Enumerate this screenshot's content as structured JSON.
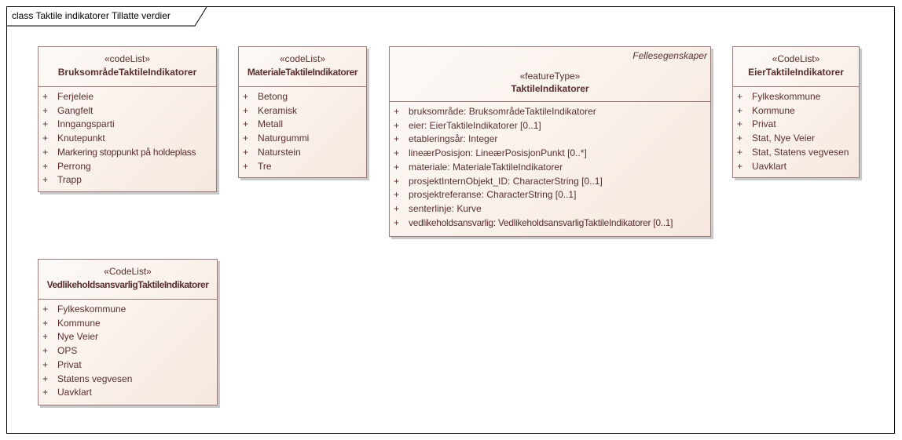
{
  "diagram": {
    "title": "class Taktile indikatorer Tillatte verdier"
  },
  "classes": [
    {
      "id": "bruksomrade",
      "stereotype": "«codeList»",
      "name": "BruksområdeTaktileIndikatorer",
      "tag": "",
      "attributes": [
        {
          "vis": "+",
          "text": "Ferjeleie"
        },
        {
          "vis": "+",
          "text": "Gangfelt"
        },
        {
          "vis": "+",
          "text": "Inngangsparti"
        },
        {
          "vis": "+",
          "text": "Knutepunkt"
        },
        {
          "vis": "+",
          "text": "Markering stoppunkt på holdeplass"
        },
        {
          "vis": "+",
          "text": "Perrong"
        },
        {
          "vis": "+",
          "text": "Trapp"
        }
      ]
    },
    {
      "id": "materiale",
      "stereotype": "«codeList»",
      "name": "MaterialeTaktileIndikatorer",
      "tag": "",
      "attributes": [
        {
          "vis": "+",
          "text": "Betong"
        },
        {
          "vis": "+",
          "text": "Keramisk"
        },
        {
          "vis": "+",
          "text": "Metall"
        },
        {
          "vis": "+",
          "text": "Naturgummi"
        },
        {
          "vis": "+",
          "text": "Naturstein"
        },
        {
          "vis": "+",
          "text": "Tre"
        }
      ]
    },
    {
      "id": "taktile",
      "stereotype": "«featureType»",
      "name": "TaktileIndikatorer",
      "tag": "Fellesegenskaper",
      "attributes": [
        {
          "vis": "+",
          "text": "bruksområde: BruksområdeTaktileIndikatorer"
        },
        {
          "vis": "+",
          "text": "eier: EierTaktileIndikatorer [0..1]"
        },
        {
          "vis": "+",
          "text": "etableringsår: Integer"
        },
        {
          "vis": "+",
          "text": "lineærPosisjon: LineærPosisjonPunkt [0..*]"
        },
        {
          "vis": "+",
          "text": "materiale: MaterialeTaktileIndikatorer"
        },
        {
          "vis": "+",
          "text": "prosjektInternObjekt_ID: CharacterString [0..1]"
        },
        {
          "vis": "+",
          "text": "prosjektreferanse: CharacterString [0..1]"
        },
        {
          "vis": "+",
          "text": "senterlinje: Kurve"
        },
        {
          "vis": "+",
          "text": "vedlikeholdsansvarlig: VedlikeholdsansvarligTaktileIndikatorer [0..1]"
        }
      ]
    },
    {
      "id": "eier",
      "stereotype": "«CodeList»",
      "name": "EierTaktileIndikatorer",
      "tag": "",
      "attributes": [
        {
          "vis": "+",
          "text": "Fylkeskommune"
        },
        {
          "vis": "+",
          "text": "Kommune"
        },
        {
          "vis": "+",
          "text": "Privat"
        },
        {
          "vis": "+",
          "text": "Stat, Nye Veier"
        },
        {
          "vis": "+",
          "text": "Stat, Statens vegvesen"
        },
        {
          "vis": "+",
          "text": "Uavklart"
        }
      ]
    },
    {
      "id": "vedlikehold",
      "stereotype": "«CodeList»",
      "name": "VedlikeholdsansvarligTaktileIndikatorer",
      "tag": "",
      "attributes": [
        {
          "vis": "+",
          "text": "Fylkeskommune"
        },
        {
          "vis": "+",
          "text": "Kommune"
        },
        {
          "vis": "+",
          "text": "Nye Veier"
        },
        {
          "vis": "+",
          "text": "OPS"
        },
        {
          "vis": "+",
          "text": "Privat"
        },
        {
          "vis": "+",
          "text": "Statens vegvesen"
        },
        {
          "vis": "+",
          "text": "Uavklart"
        }
      ]
    }
  ]
}
